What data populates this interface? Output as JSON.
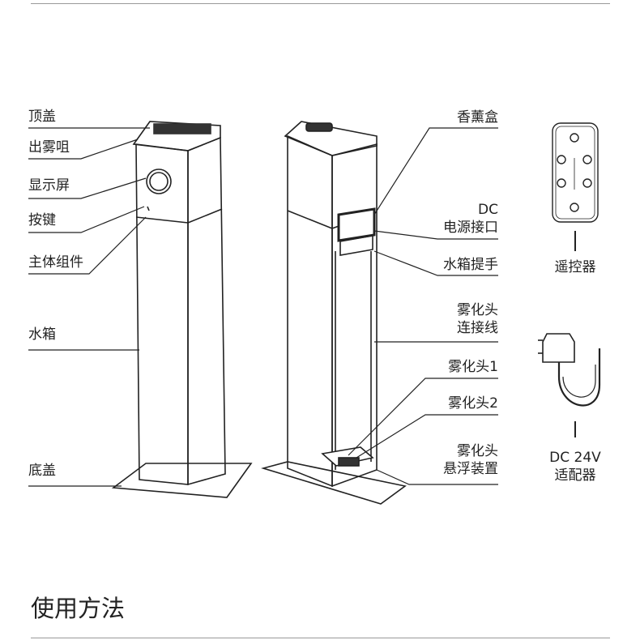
{
  "left_labels": [
    "顶盖",
    "出雾咀",
    "显示屏",
    "按键",
    "主体组件",
    "水箱",
    "底盖"
  ],
  "right_labels": {
    "aroma_box": "香薰盒",
    "dc_port": [
      "DC",
      "电源接口"
    ],
    "tank_handle": "水箱提手",
    "atomizer_cable": [
      "雾化头",
      "连接线"
    ],
    "atomizer_1": "雾化头1",
    "atomizer_2": "雾化头2",
    "float_device": [
      "雾化头",
      "悬浮装置"
    ]
  },
  "accessories": {
    "remote": "遥控器",
    "adapter": [
      "DC 24V",
      "适配器"
    ]
  },
  "section_title": "使用方法"
}
